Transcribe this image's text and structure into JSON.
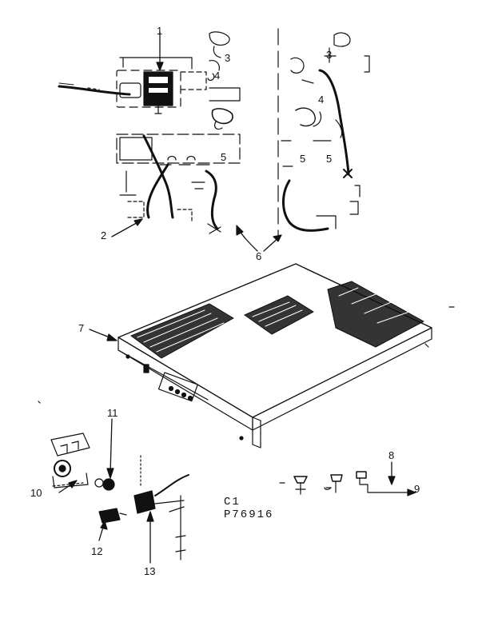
{
  "callouts": {
    "c1": "1",
    "c2": "2",
    "c3a": "3",
    "c3b": "3",
    "c4a": "4",
    "c4b": "4",
    "c5a": "5",
    "c5b": "5",
    "c5c": "5",
    "c6": "6",
    "c7": "7",
    "c8": "8",
    "c9": "9",
    "c10": "10",
    "c11": "11",
    "c12": "12",
    "c13": "13"
  },
  "figure_code": {
    "line1": "C1",
    "line2": "P76916"
  },
  "colors": {
    "ink": "#111111",
    "paper": "#ffffff"
  }
}
